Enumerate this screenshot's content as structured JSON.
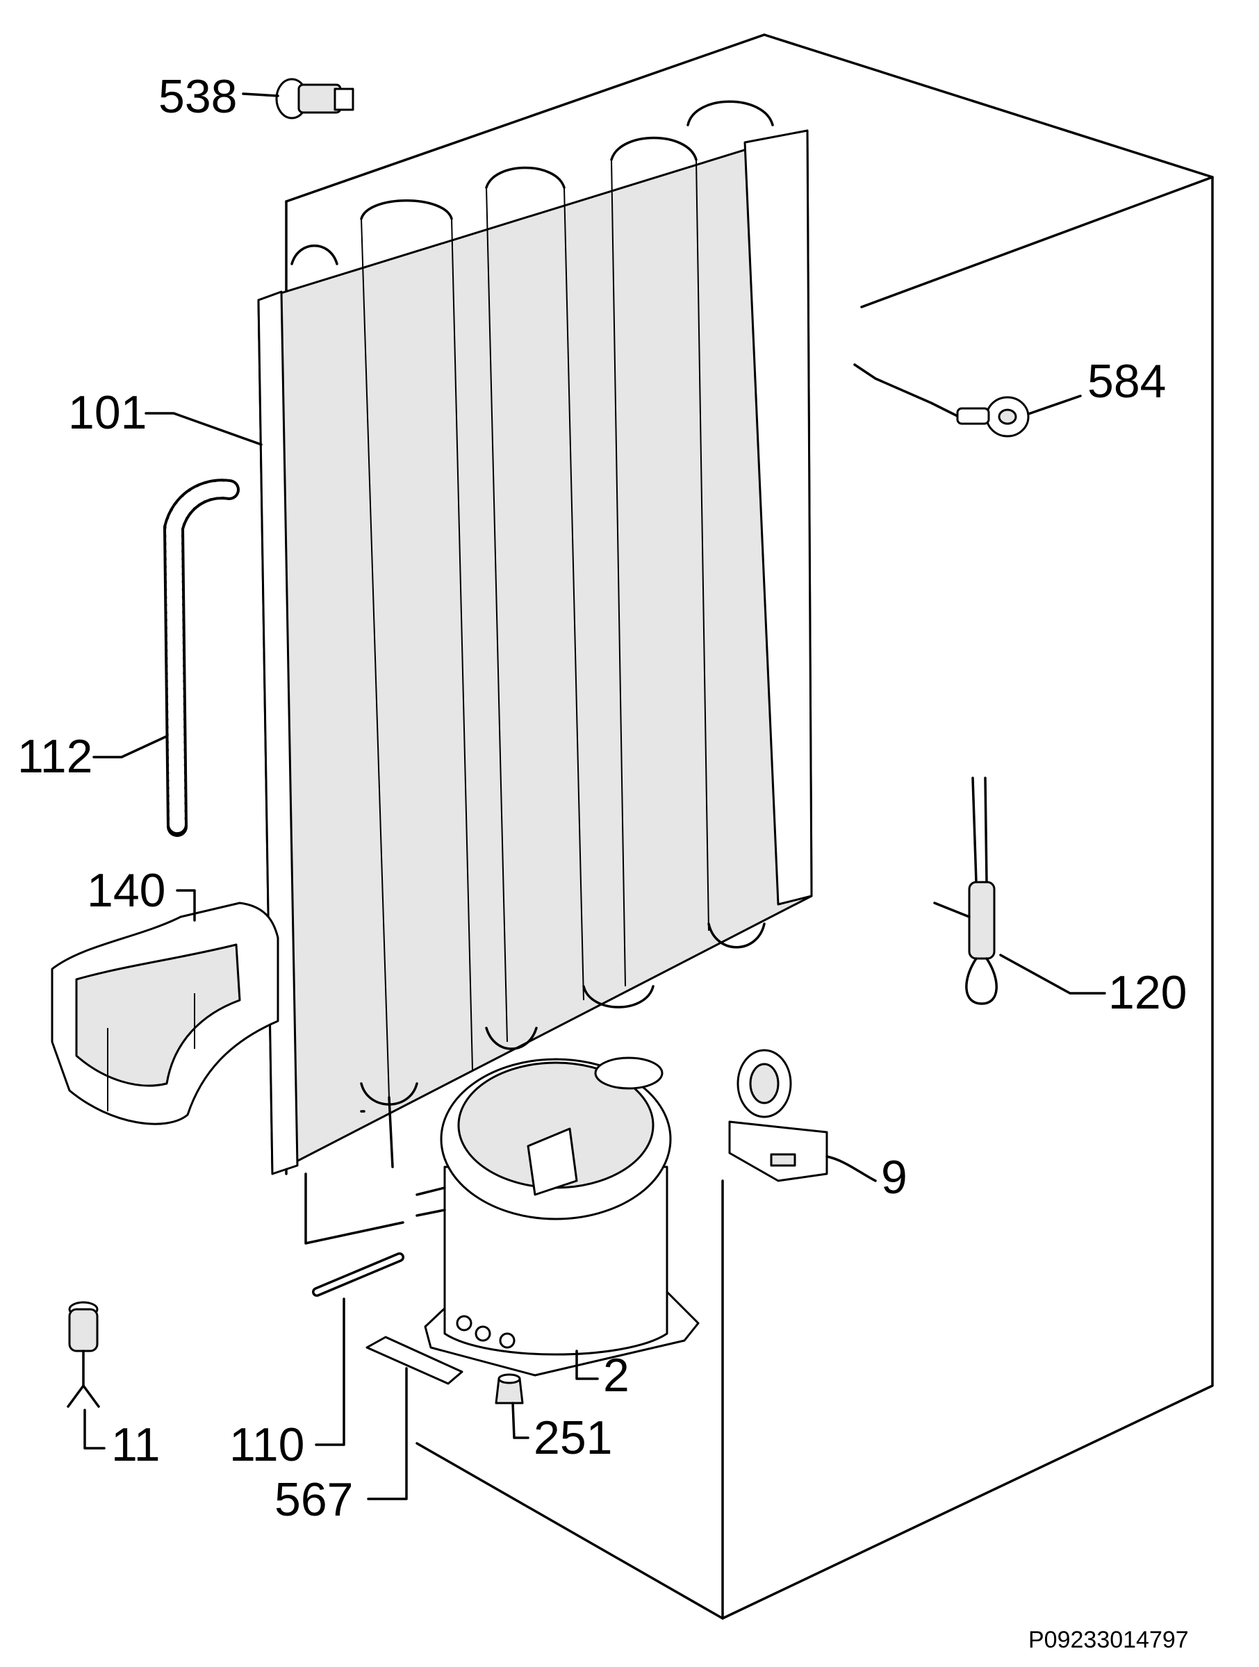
{
  "parts": [
    {
      "id": "538",
      "label": "538",
      "icon": "drain-plug-icon"
    },
    {
      "id": "584",
      "label": "584",
      "icon": "sensor-cable-icon"
    },
    {
      "id": "101",
      "label": "101",
      "icon": "condenser-icon"
    },
    {
      "id": "112",
      "label": "112",
      "icon": "drain-hose-icon"
    },
    {
      "id": "140",
      "label": "140",
      "icon": "drip-tray-icon"
    },
    {
      "id": "120",
      "label": "120",
      "icon": "thermostat-sensor-icon"
    },
    {
      "id": "9",
      "label": "9",
      "icon": "relay-clip-icon"
    },
    {
      "id": "2",
      "label": "2",
      "icon": "compressor-icon"
    },
    {
      "id": "11",
      "label": "11",
      "icon": "filter-drier-icon"
    },
    {
      "id": "110",
      "label": "110",
      "icon": "tube-icon"
    },
    {
      "id": "251",
      "label": "251",
      "icon": "grommet-icon"
    },
    {
      "id": "567",
      "label": "567",
      "icon": "mounting-bracket-icon"
    }
  ],
  "reference_code": "P09233014797"
}
